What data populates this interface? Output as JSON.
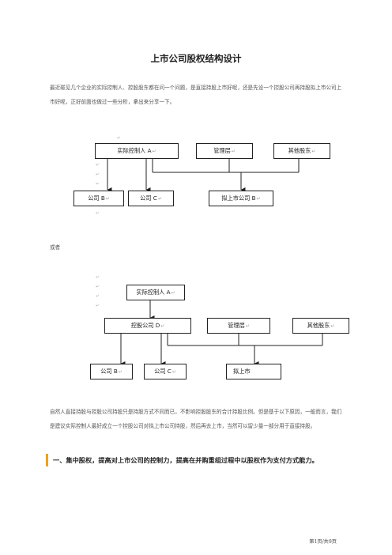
{
  "title": "上市公司股权结构设计",
  "paragraphs": {
    "intro": "最近碰见几个企业的实际控制人、控股股东都在问一个问题，是直接持股上市好呢，还是先设一个控股公司再持股拟上市公司上市好呢，正好前面也做过一些分析，拿出来分享一下。",
    "or": "或者",
    "conclusion": "自然人直接持股与控股公司持股只是持股方式不同而已，不影响控股股东的合计持股比例。但是基于以下原因，一般而言，我们是建议实际控制人最好成立一个控股公司对拟上市公司持股，然后再去上市，当然可以留少量一部分用于直接持股。"
  },
  "diagram1": {
    "boxes": {
      "controller": "实际控制人 A",
      "management": "管理层",
      "other_shareholders": "其他股东",
      "company_b": "公司 B",
      "company_c": "公司 C",
      "target": "拟上市公司 B"
    }
  },
  "diagram2": {
    "boxes": {
      "controller": "实际控制人 A",
      "holding": "控股公司 D",
      "management": "管理层",
      "other_shareholders": "其他股东",
      "company_b": "公司 B",
      "company_c": "公司 C",
      "target": "拟上市"
    }
  },
  "paragraph_mark": "↵",
  "section_heading": "一、集中股权，提高对上市公司的控制力，提高在并购重组过程中以股权作为支付方式能力。",
  "footer": "第1页/共9页",
  "colors": {
    "accent": "#f0a020",
    "line": "#222222"
  }
}
